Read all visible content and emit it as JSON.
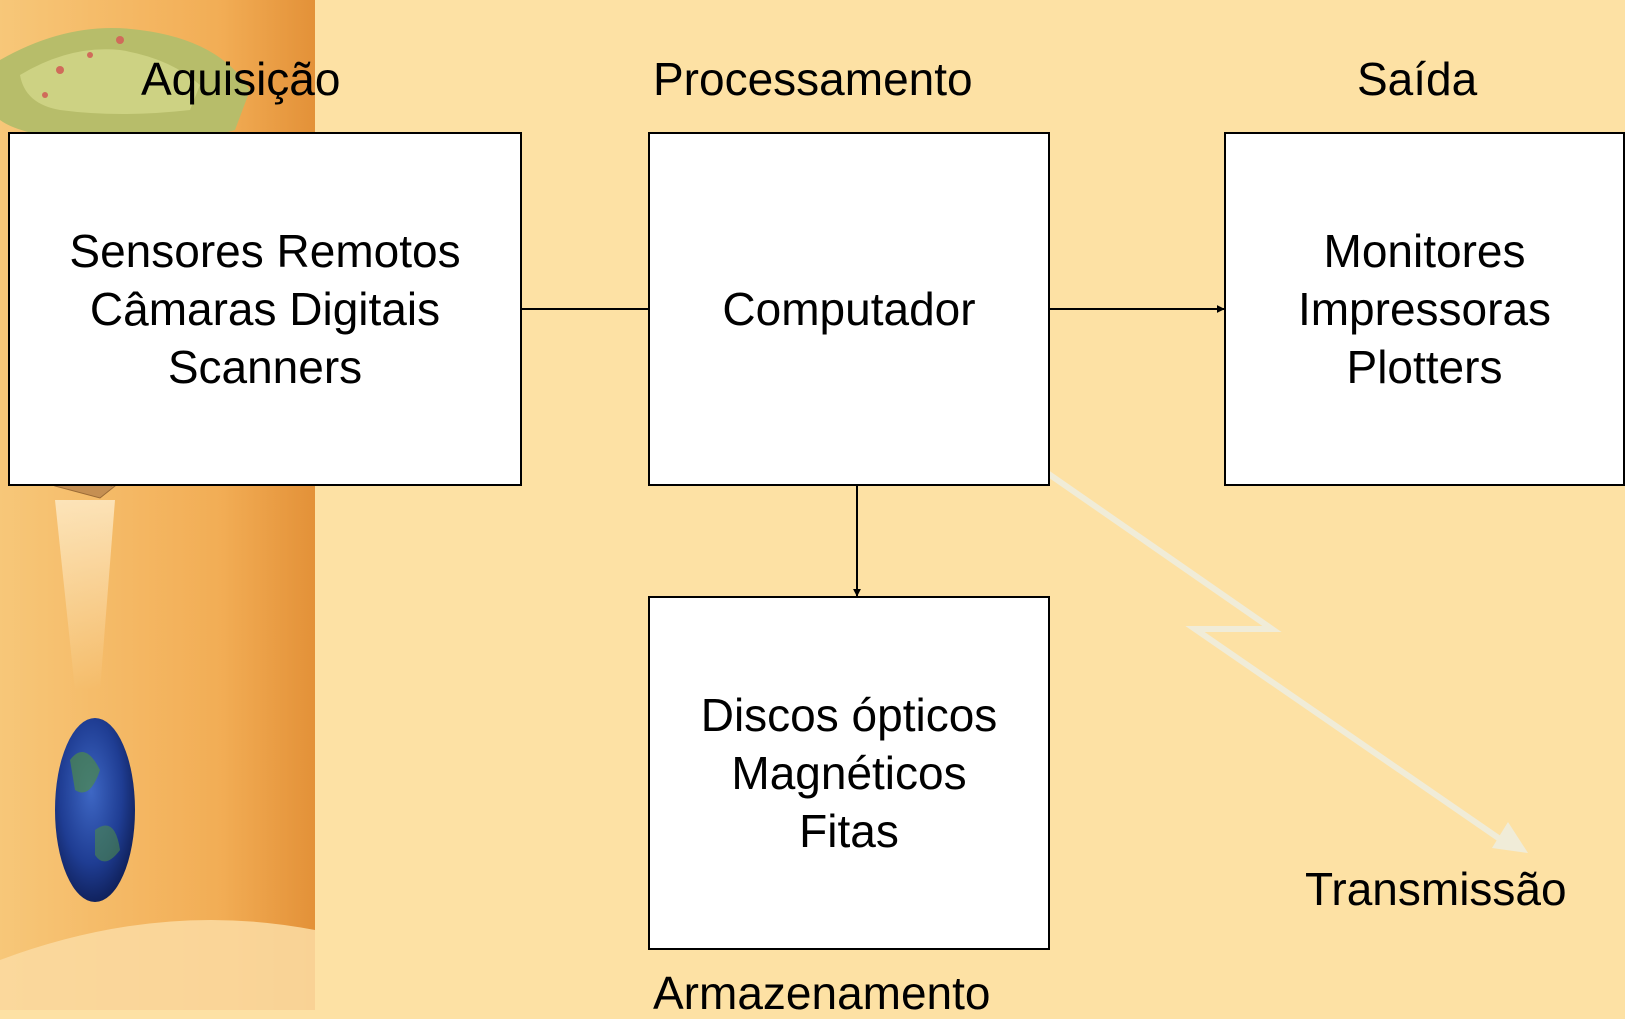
{
  "labels": {
    "acquisition": "Aquisição",
    "processing": "Processamento",
    "output": "Saída",
    "transmission": "Transmissão",
    "storage": "Armazenamento"
  },
  "boxes": {
    "acquisition": [
      "Sensores Remotos",
      "Câmaras Digitais",
      "Scanners"
    ],
    "processing": [
      "Computador"
    ],
    "output": [
      "Monitores",
      "Impressoras",
      "Plotters"
    ],
    "storage": [
      "Discos ópticos",
      "Magnéticos",
      "Fitas"
    ]
  },
  "colors": {
    "background": "#fde1a4",
    "sidebar": "#f2a94f",
    "box_fill": "#ffffff",
    "arrow": "#000000",
    "transmission_arrow": "#f0ecd8"
  }
}
